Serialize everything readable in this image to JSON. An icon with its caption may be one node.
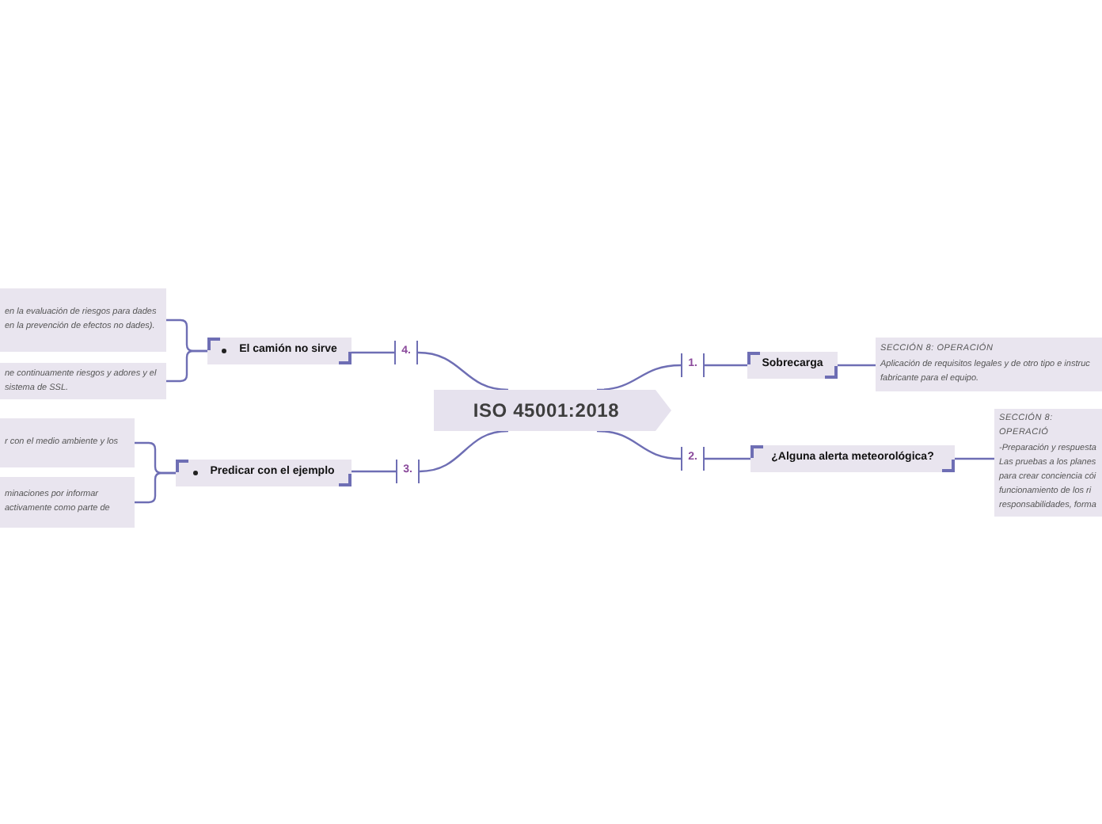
{
  "diagram": {
    "nodes": [
      {
        "text": [
          "ISO 45001:2018"
        ]
      },
      {
        "text": [
          "1."
        ]
      },
      {
        "text": [
          "Sobrecarga"
        ]
      },
      {
        "text": [
          "SECCIÓN 8: OPERACIÓN",
          "Aplicación de requisitos legales y de otro tipo e instruc fabricante para el equipo."
        ]
      },
      {
        "text": [
          "2."
        ]
      },
      {
        "text": [
          "¿Alguna alerta meteorológica?"
        ]
      },
      {
        "text": [
          "SECCIÓN 8: OPERACIÓ",
          "-Preparación y respuesta Las pruebas a los planes para crear conciencia cói funcionamiento de los ri responsabilidades, forma"
        ]
      },
      {
        "text": [
          "4."
        ]
      },
      {
        "text": [
          "El camión no sirve"
        ]
      },
      {
        "text": [
          "en la evaluación de riesgos para dades en la prevención de efectos no dades)."
        ]
      },
      {
        "text": [
          "ne continuamente riesgos y adores y el sistema de SSL."
        ]
      },
      {
        "text": [
          "3."
        ]
      },
      {
        "text": [
          "Predicar con el ejemplo"
        ]
      },
      {
        "text": [
          "r con el medio ambiente y los"
        ]
      },
      {
        "text": [
          "minaciones por informar activamente como parte de"
        ]
      }
    ],
    "edges": [
      {
        "from": 0,
        "to": 1,
        "arrow": "none"
      },
      {
        "from": 1,
        "to": 2,
        "arrow": "none"
      },
      {
        "from": 2,
        "to": 3,
        "arrow": "none"
      },
      {
        "from": 0,
        "to": 4,
        "arrow": "none"
      },
      {
        "from": 4,
        "to": 5,
        "arrow": "none"
      },
      {
        "from": 5,
        "to": 6,
        "arrow": "none"
      },
      {
        "from": 0,
        "to": 7,
        "arrow": "none"
      },
      {
        "from": 7,
        "to": 8,
        "arrow": "none"
      },
      {
        "from": 8,
        "to": 9,
        "arrow": "none"
      },
      {
        "from": 8,
        "to": 10,
        "arrow": "none"
      },
      {
        "from": 0,
        "to": 11,
        "arrow": "none"
      },
      {
        "from": 11,
        "to": 12,
        "arrow": "none"
      },
      {
        "from": 12,
        "to": 13,
        "arrow": "none"
      },
      {
        "from": 12,
        "to": 14,
        "arrow": "none"
      }
    ]
  }
}
